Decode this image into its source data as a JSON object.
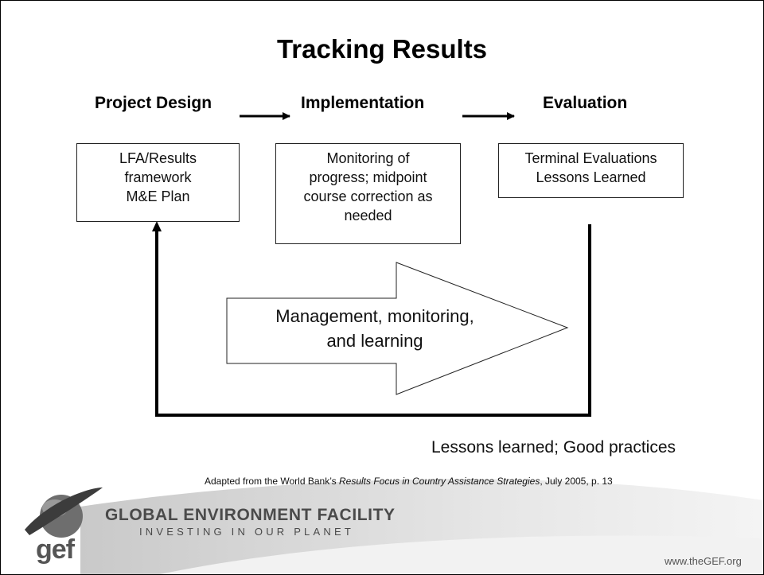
{
  "title": "Tracking Results",
  "stages": {
    "design": "Project Design",
    "implementation": "Implementation",
    "evaluation": "Evaluation"
  },
  "boxes": {
    "design": [
      "LFA/Results",
      "framework",
      "M&E Plan"
    ],
    "implementation": [
      "Monitoring of",
      "progress; midpoint",
      "course correction as",
      "needed"
    ],
    "evaluation": [
      "Terminal Evaluations",
      "Lessons Learned"
    ]
  },
  "big_arrow_text": [
    "Management, monitoring,",
    "and learning"
  ],
  "feedback_label": "Lessons learned; Good practices",
  "source": {
    "prefix": "Adapted from the World Bank’s ",
    "italic": "Results Focus in Country Assistance Strategies",
    "suffix": ", July 2005, p. 13"
  },
  "footer": {
    "org_name": "GLOBAL ENVIRONMENT FACILITY",
    "org_tagline": "INVESTING IN OUR PLANET",
    "website": "www.theGEF.org",
    "logo_text": "gef"
  },
  "colors": {
    "text": "#000000",
    "footer_text": "#4a4a4a",
    "swoosh": "#d6d6d6"
  }
}
